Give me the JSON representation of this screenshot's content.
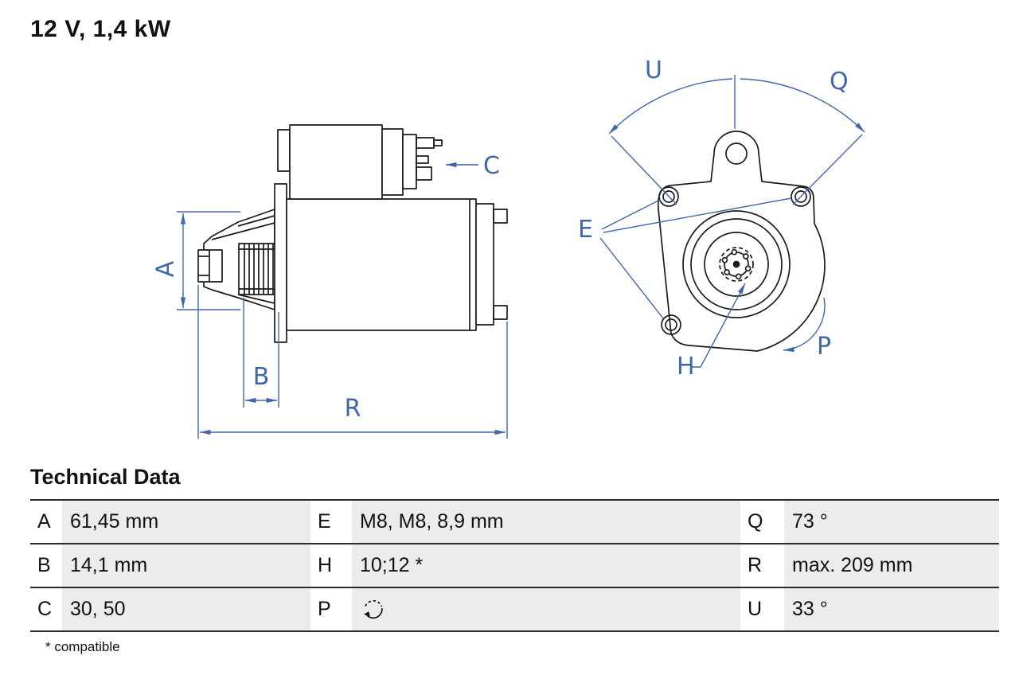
{
  "title": "12 V, 1,4 kW",
  "colors": {
    "annotation_blue": "#4167a8",
    "line_black": "#1b1b1b",
    "value_cell_bg": "#ececec"
  },
  "drawing": {
    "description": "starter-motor side view and drive-end front view with dimension annotations",
    "labels": {
      "A": "A",
      "B": "B",
      "C": "C",
      "R": "R",
      "U": "U",
      "Q": "Q",
      "E": "E",
      "H": "H",
      "P": "P"
    }
  },
  "technical_data": {
    "heading": "Technical Data",
    "rows": [
      [
        {
          "key": "A",
          "value": "61,45 mm"
        },
        {
          "key": "E",
          "value": "M8, M8, 8,9 mm"
        },
        {
          "key": "Q",
          "value": "73 °"
        }
      ],
      [
        {
          "key": "B",
          "value": "14,1 mm"
        },
        {
          "key": "H",
          "value": "10;12 *"
        },
        {
          "key": "R",
          "value": "max. 209 mm"
        }
      ],
      [
        {
          "key": "C",
          "value": "30, 50"
        },
        {
          "key": "P",
          "icon": "rotation-direction-icon"
        },
        {
          "key": "U",
          "value": "33 °"
        }
      ]
    ],
    "footnote": "* compatible"
  }
}
